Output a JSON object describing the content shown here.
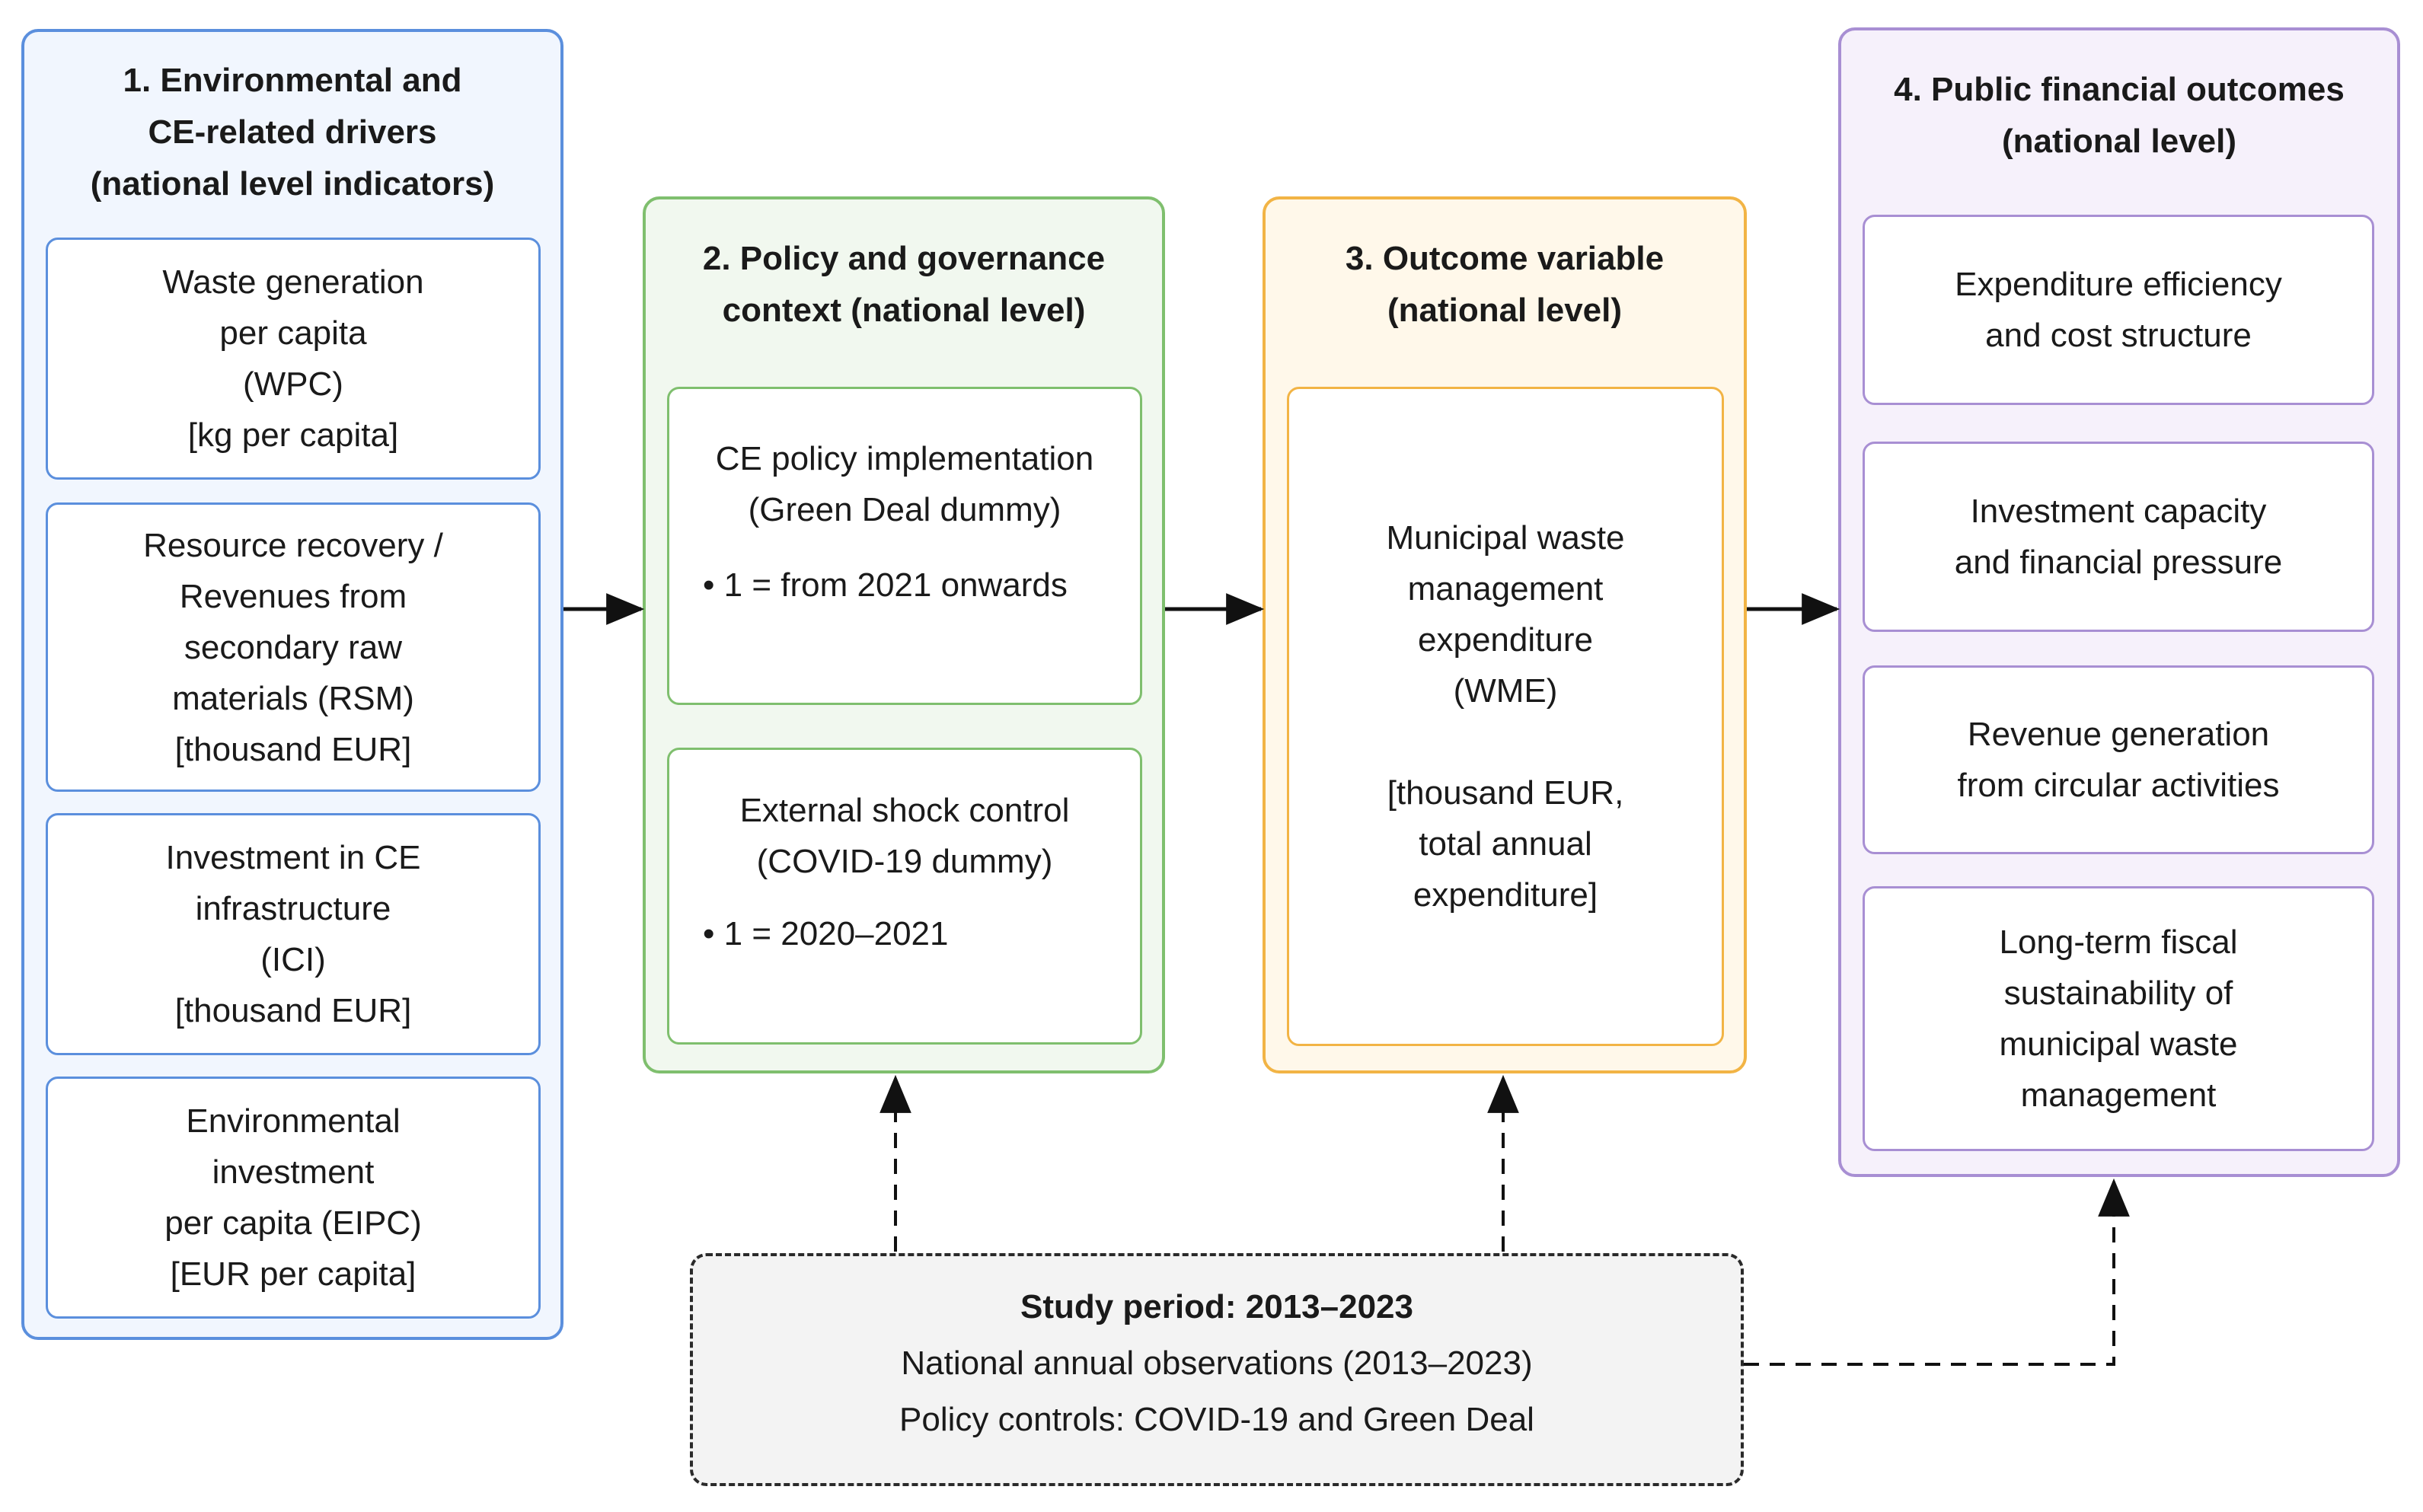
{
  "panels": {
    "drivers": {
      "title": "1. Environmental and\nCE-related drivers\n(national level indicators)",
      "items": [
        "Waste generation\nper capita\n(WPC)\n[kg per capita]",
        "Resource recovery /\nRevenues from\nsecondary raw\nmaterials (RSM)\n[thousand EUR]",
        "Investment in CE\ninfrastructure\n(ICI)\n[thousand EUR]",
        "Environmental\ninvestment\nper capita (EIPC)\n[EUR per capita]"
      ]
    },
    "policy": {
      "title": "2. Policy and governance\ncontext (national level)",
      "items": [
        {
          "name": "CE policy implementation\n(Green Deal dummy)",
          "bullet": "• 1 = from 2021 onwards"
        },
        {
          "name": "External shock control\n(COVID-19 dummy)",
          "bullet": "• 1 = 2020–2021"
        }
      ]
    },
    "outcome": {
      "title": "3. Outcome variable\n(national level)",
      "item": "Municipal waste\nmanagement\nexpenditure\n(WME)\n\n[thousand EUR,\ntotal annual\nexpenditure]"
    },
    "financial": {
      "title": "4. Public financial outcomes\n(national level)",
      "items": [
        "Expenditure efficiency\nand cost structure",
        "Investment capacity\nand financial pressure",
        "Revenue generation\nfrom circular activities",
        "Long-term fiscal\nsustainability of\nmunicipal waste\nmanagement"
      ]
    }
  },
  "study": {
    "title": "Study period: 2013–2023",
    "line1": "National annual observations (2013–2023)",
    "line2": "Policy controls: COVID-19 and Green Deal"
  },
  "colors": {
    "drivers": "#5b8fdd",
    "policy": "#7fbf6e",
    "outcome": "#f2b445",
    "financial": "#a88fd3",
    "arrow": "#111111"
  }
}
